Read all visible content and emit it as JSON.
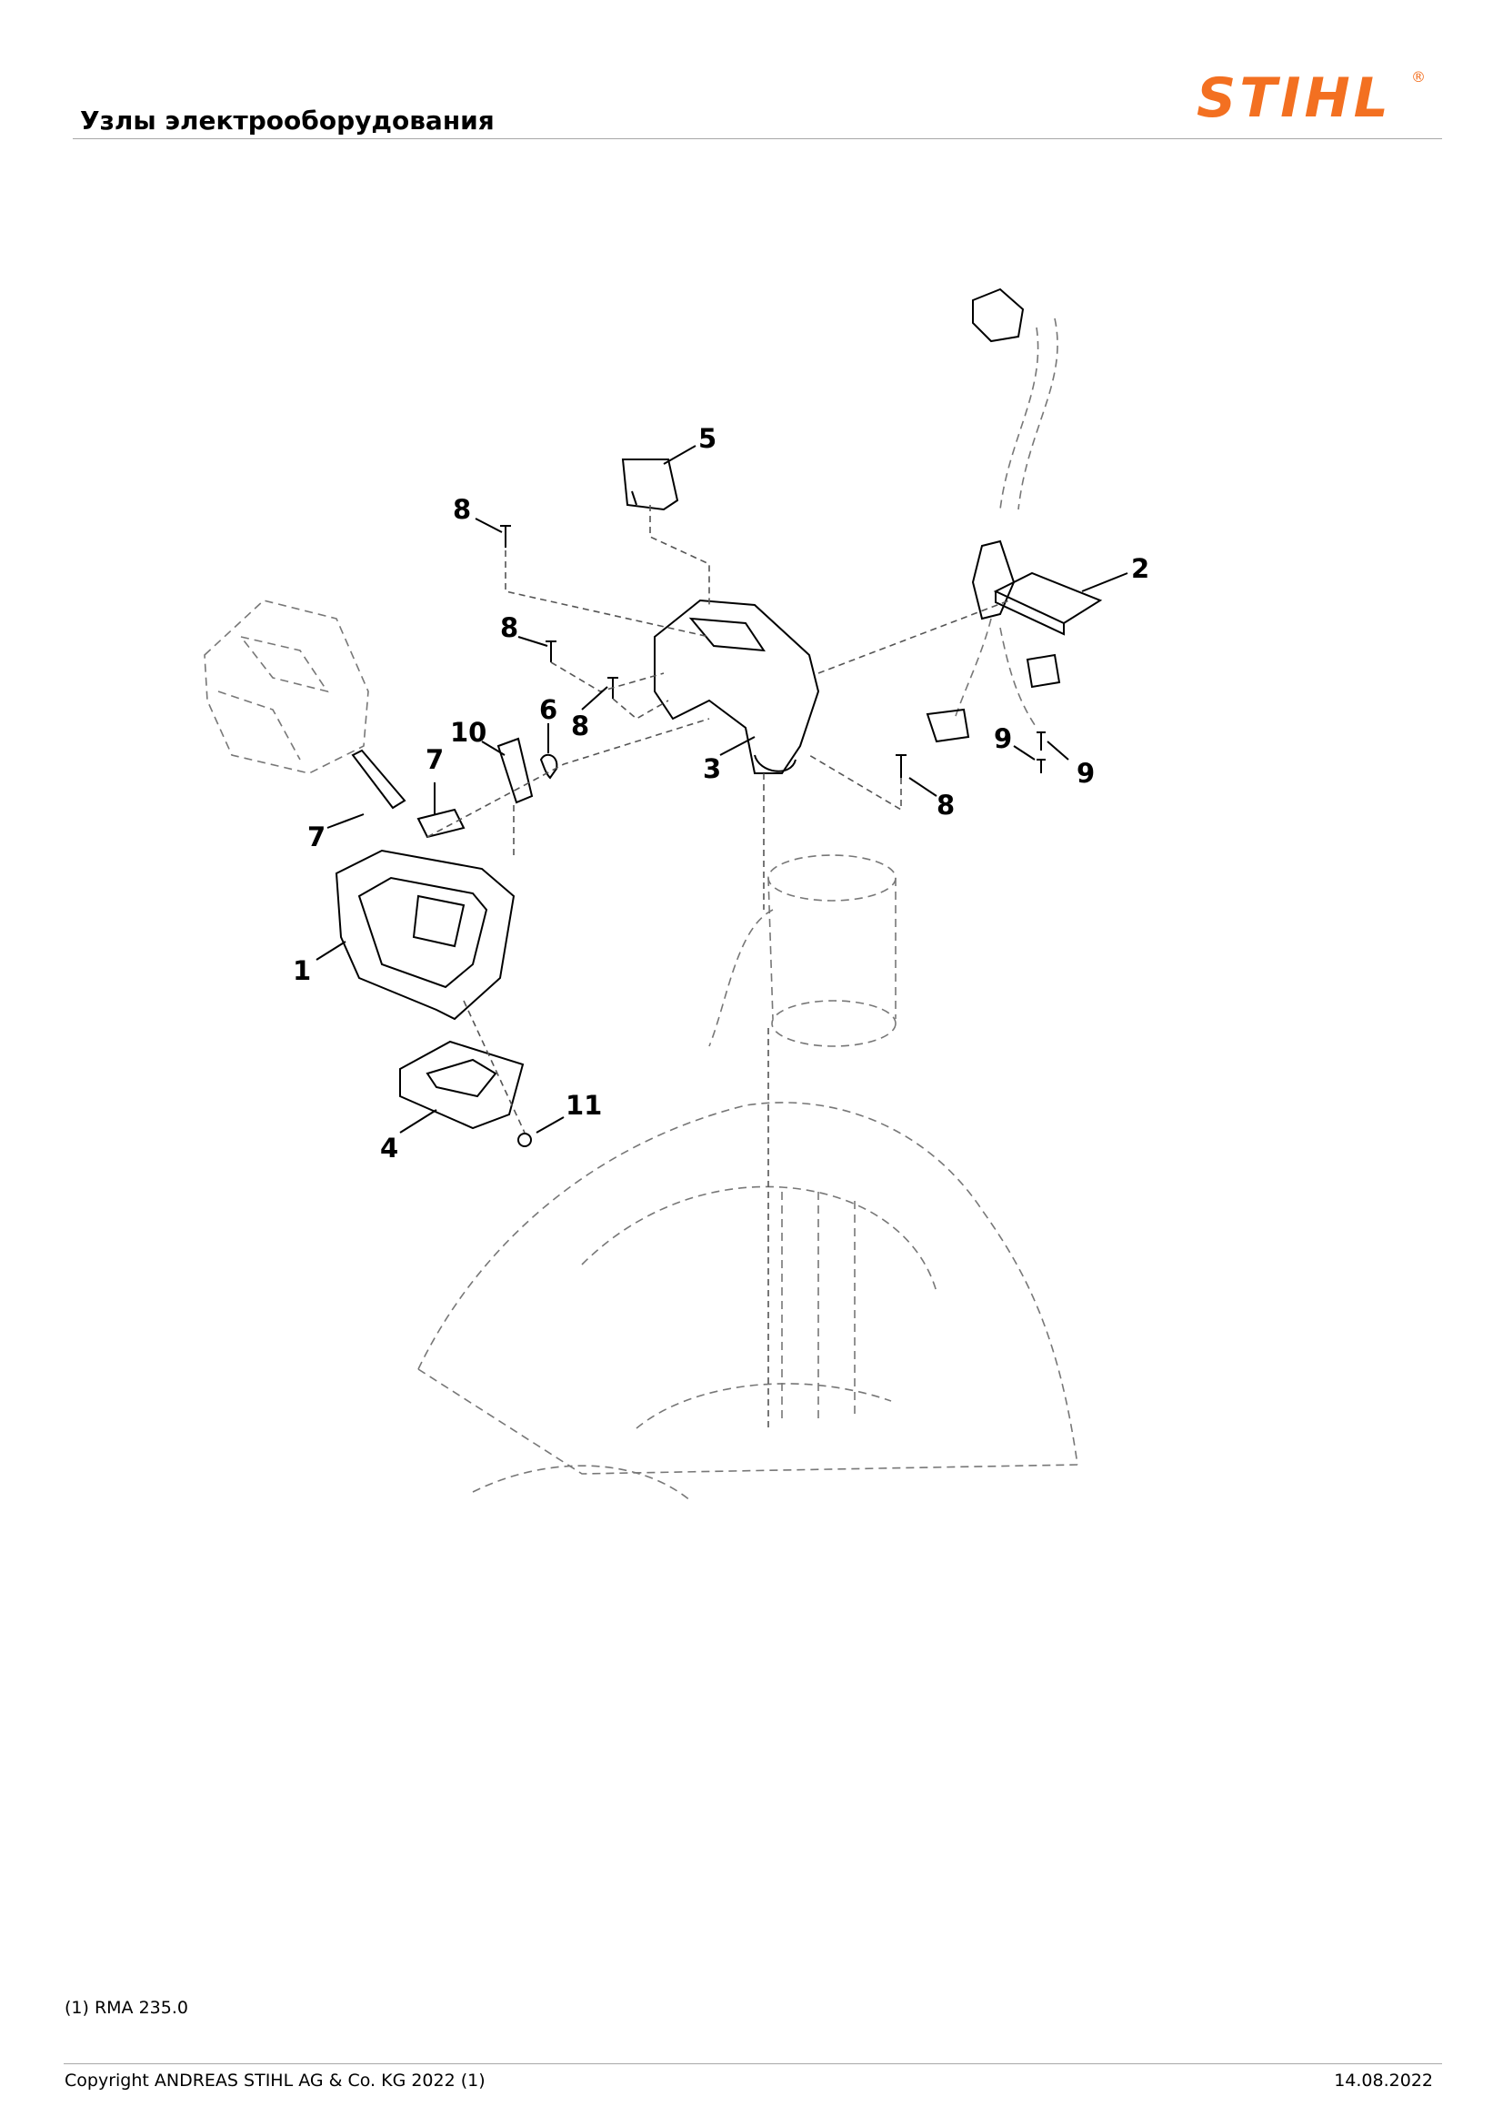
{
  "header": {
    "title": "Узлы электрооборудования",
    "brand": "STIHL",
    "brand_mark": "®"
  },
  "callouts": [
    {
      "num": "1"
    },
    {
      "num": "2"
    },
    {
      "num": "3"
    },
    {
      "num": "4"
    },
    {
      "num": "5"
    },
    {
      "num": "6"
    },
    {
      "num": "7"
    },
    {
      "num": "7"
    },
    {
      "num": "8"
    },
    {
      "num": "8"
    },
    {
      "num": "8"
    },
    {
      "num": "8"
    },
    {
      "num": "9"
    },
    {
      "num": "9"
    },
    {
      "num": "10"
    },
    {
      "num": "11"
    }
  ],
  "footnote": "(1) RMA 235.0",
  "footer": {
    "copyright": "Copyright ANDREAS STIHL AG & Co. KG 2022 (1)",
    "date": "14.08.2022"
  },
  "colors": {
    "brand": "#f37021",
    "rule": "#a8a8a8"
  }
}
